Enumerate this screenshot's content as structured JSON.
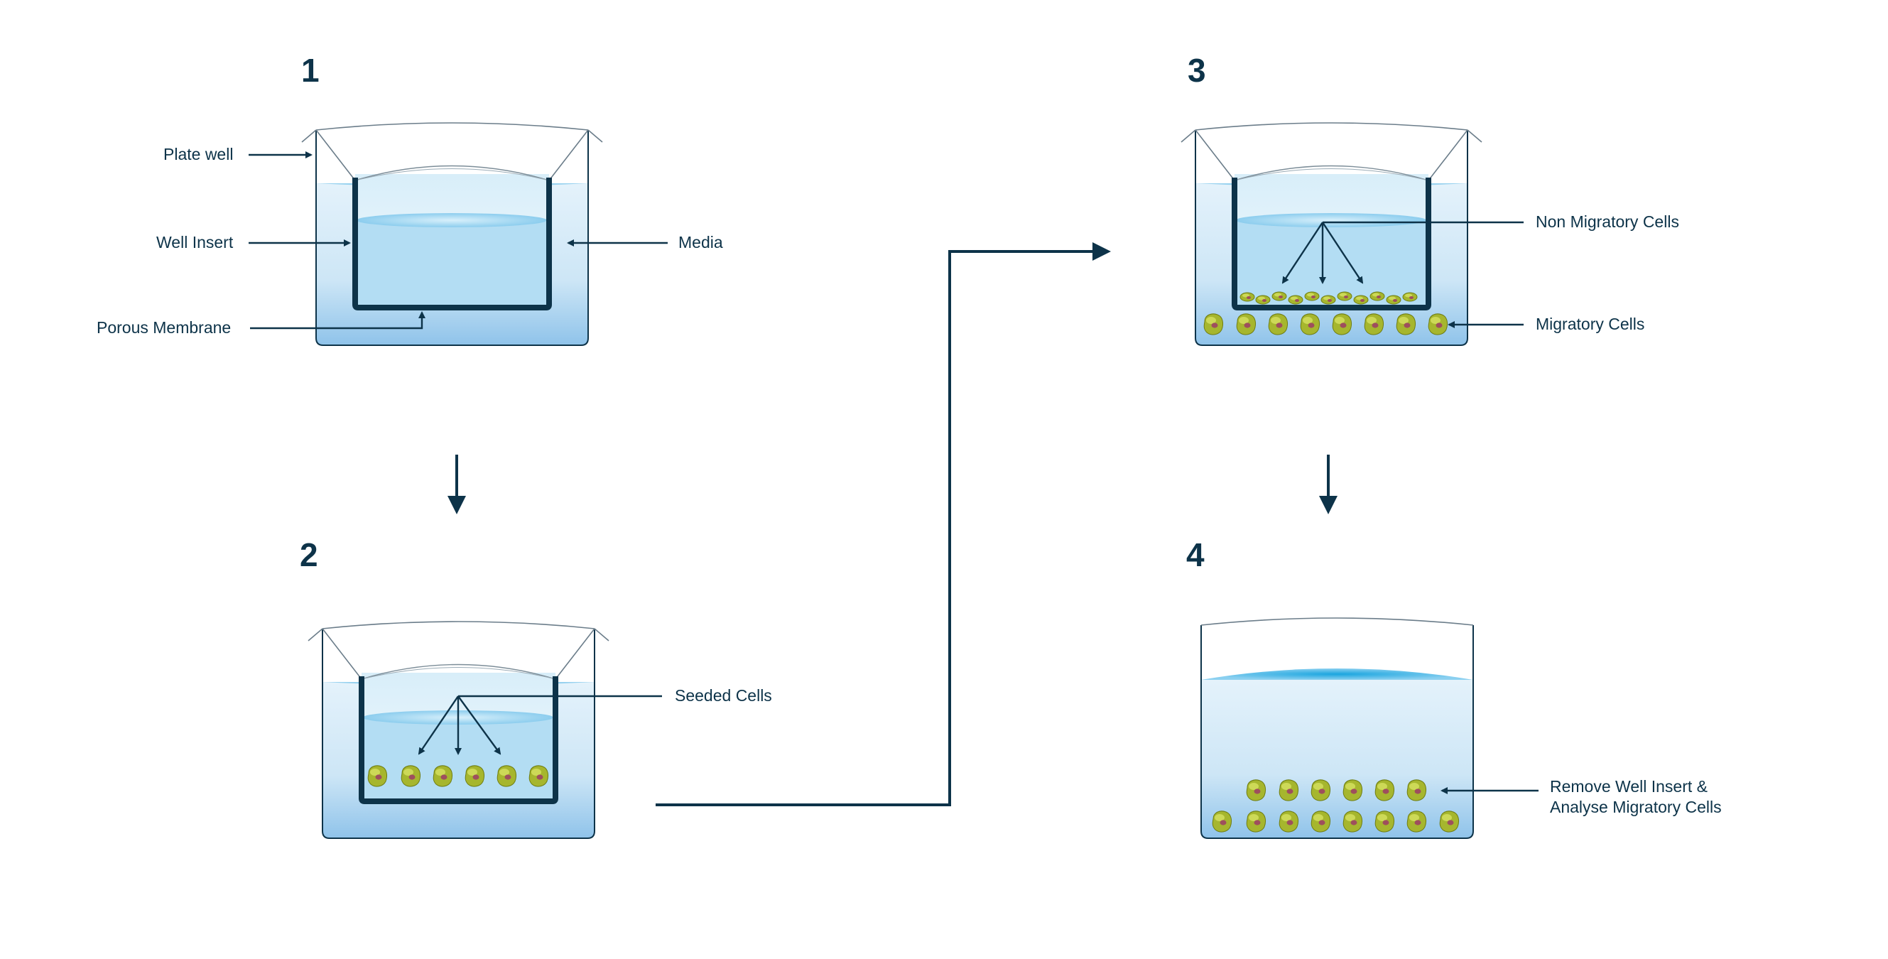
{
  "steps": [
    {
      "number": "1",
      "labels": {
        "plate_well": "Plate well",
        "well_insert": "Well Insert",
        "porous_membrane": "Porous Membrane",
        "media": "Media"
      }
    },
    {
      "number": "2",
      "labels": {
        "seeded_cells": "Seeded Cells"
      }
    },
    {
      "number": "3",
      "labels": {
        "non_migratory": "Non Migratory Cells",
        "migratory": "Migratory Cells"
      }
    },
    {
      "number": "4",
      "labels": {
        "remove_line1": "Remove Well Insert &",
        "remove_line2": "Analyse Migratory Cells"
      }
    }
  ],
  "colors": {
    "text": "#0d3349",
    "media_blue": "#bfe1f3",
    "media_surface": "#56b7e4",
    "cell_green": "#a6b62e",
    "cell_nucleus": "#9e4f5d"
  },
  "icons": [
    "plate-well-icon",
    "well-insert-icon",
    "cell-icon",
    "flow-arrow-icon"
  ]
}
